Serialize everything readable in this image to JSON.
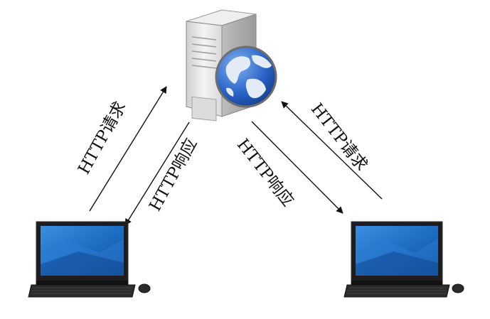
{
  "labels": {
    "left_request": "HTTP请求",
    "left_response": "HTTP响应",
    "right_response": "HTTP响应",
    "right_request": "HTTP请求"
  },
  "colors": {
    "arrow": "#111111",
    "screen": "#1e6fc4",
    "globe_ocean": "#2a64c8",
    "globe_land": "#dfe8f4",
    "server_body": "#e8e8e8"
  }
}
